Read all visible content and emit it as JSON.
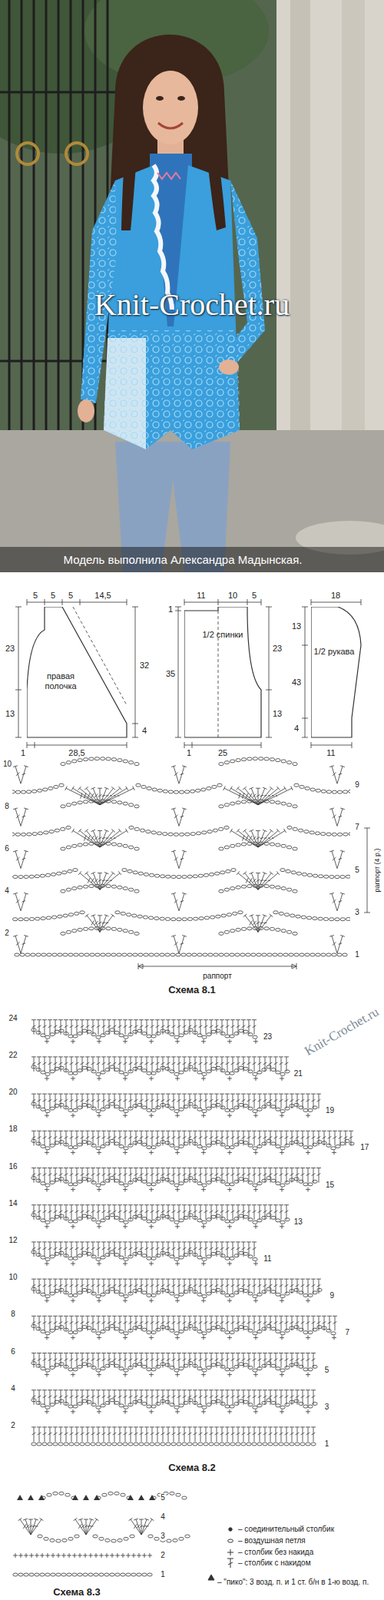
{
  "diagram": {
    "nodes": [
      {
        "text": [
          "правая полочка"
        ]
      },
      {
        "text": [
          "1/2 спинки"
        ]
      },
      {
        "text": [
          "1/2 рукава"
        ]
      }
    ],
    "labels": [
      "Knit-Crochet.ru",
      "Модель выполнила Александра Мадынская.",
      "5",
      "5",
      "5",
      "14,5",
      "23",
      "13",
      "32",
      "4",
      "1",
      "28,5",
      "11",
      "10",
      "5",
      "1",
      "35",
      "23",
      "13",
      "1",
      "25",
      "18",
      "13",
      "43",
      "4",
      "11",
      "1",
      "2",
      "3",
      "4",
      "5",
      "6",
      "7",
      "8",
      "9",
      "10",
      "раппорт",
      "раппорт (4 р.)",
      "Схема 8.1",
      "1",
      "2",
      "3",
      "4",
      "5",
      "6",
      "7",
      "8",
      "9",
      "10",
      "11",
      "12",
      "13",
      "14",
      "15",
      "16",
      "17",
      "18",
      "19",
      "20",
      "21",
      "22",
      "23",
      "24",
      "Схема 8.2",
      "Knit-Crochet.ru",
      "1",
      "2",
      "3",
      "4",
      "5",
      "Схема 8.3"
    ],
    "legend": [
      {
        "text": "– соединительный столбик"
      },
      {
        "text": "– воздушная петля"
      },
      {
        "text": "– столбик без накида"
      },
      {
        "text": "– столбик с накидом"
      },
      {
        "text": "– \"пико\": 3 возд. п. и 1 ст. б/н в 1-ю возд. п."
      }
    ]
  }
}
